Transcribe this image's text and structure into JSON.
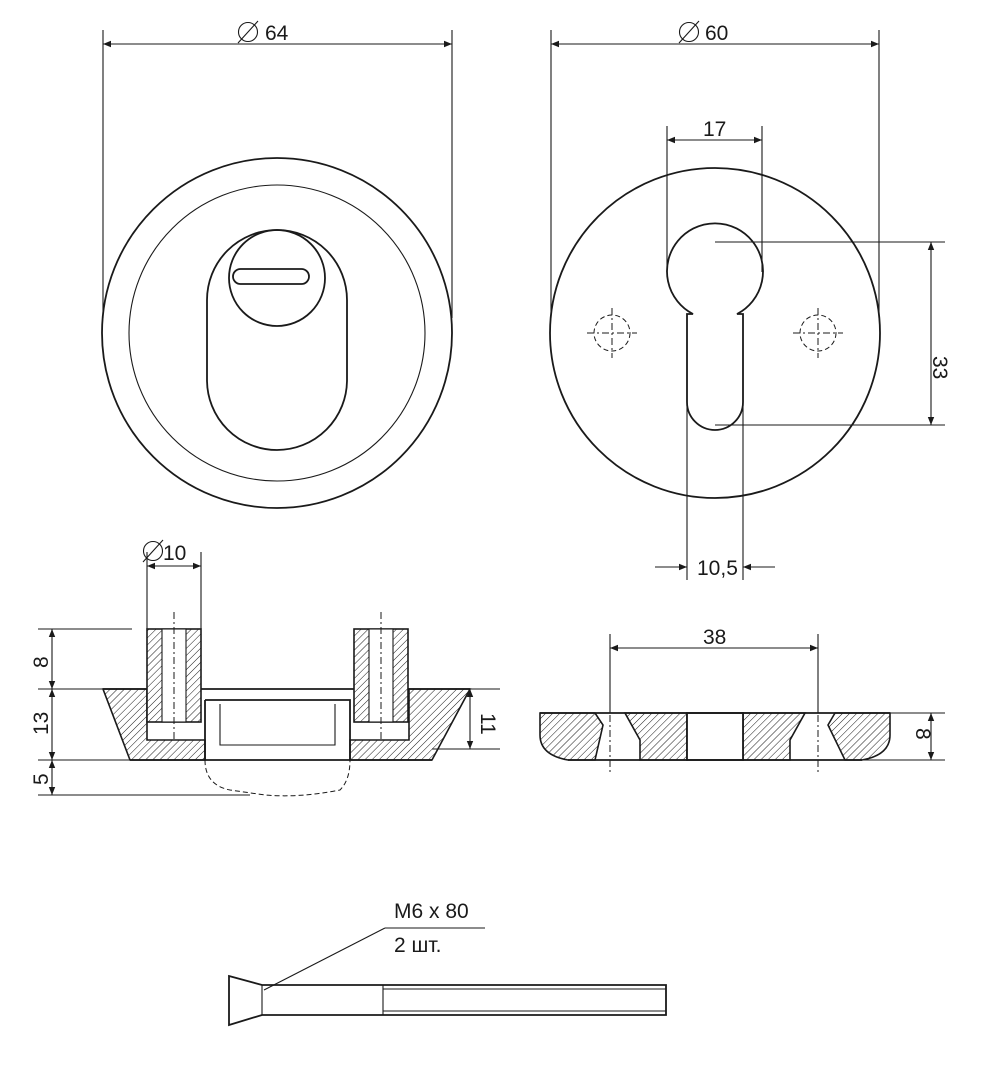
{
  "dimensions": {
    "outer_diameter": "64",
    "plate_diameter": "60",
    "slot_width": "17",
    "slot_length": "33",
    "slot_lower_width": "10,5",
    "pin_diameter": "10",
    "hole_spacing": "38",
    "plate_thickness": "8",
    "collar_height": "8",
    "body_height": "13",
    "insert_depth": "5",
    "rim_height": "11"
  },
  "screw": {
    "spec": "M6 x 80",
    "quantity": "2 шт."
  }
}
